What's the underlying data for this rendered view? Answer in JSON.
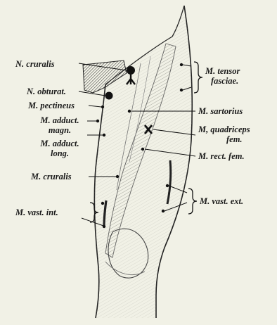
{
  "labels": {
    "n_cruralis": "N. cruralis",
    "n_obturat": "N. obturat.",
    "m_pectineus": "M. pectineus",
    "m_adduct_magn_1": "M. adduct.",
    "m_adduct_magn_2": "magn.",
    "m_adduct_long_1": "M. adduct.",
    "m_adduct_long_2": "long.",
    "m_cruralis": "M. cruralis",
    "m_vast_int": "M. vast. int.",
    "m_tensor_1": "M. tensor",
    "m_tensor_2": "fasciae.",
    "m_sartorius": "M. sartorius",
    "m_quadriceps_1": "M, quadriceps",
    "m_quadriceps_2": "fem.",
    "m_rect_fem": "M. rect. fem.",
    "m_vast_ext": "M. vast. ext."
  },
  "colors": {
    "background": "#f1f1e6",
    "ink": "#1a1a1a"
  }
}
